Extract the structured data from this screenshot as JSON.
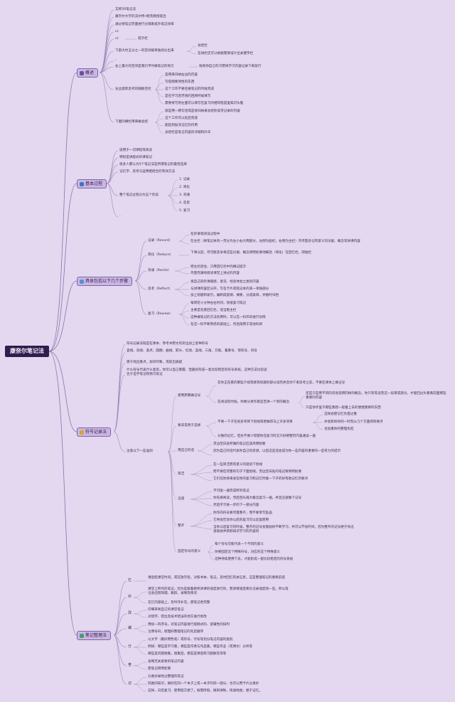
{
  "root": "康奈尔笔记法",
  "overview": {
    "title": "概述",
    "items": [
      "又称5R笔记法",
      "康奈尔大学的沃尔特•鲍克教授提出",
      "通过将笔记页面进行分隔来提升笔记效率",
      "cc",
      "cc",
      "下部大约五分之一的空间被单独划分出来",
      "右上最大的空间是我们平时做笔记的地方",
      "左边提炼思考的辅助空栏",
      "下面的横栏用来做总结"
    ],
    "cc_child": "提示栏",
    "bottom_children": [
      "总结栏",
      "在线栏还可以根据需要设计出关键字栏"
    ],
    "right_children": [
      "按照你自己的习惯将学习内容记录下来就行"
    ],
    "left_children": [
      "是用来归纳右边的内容",
      "写提纲要领性的东西",
      "这个工作不要在做笔记的时候完成",
      "是在学习后尽快的回顾时候填写",
      "需要将写到左面可以填写在复习的相同程度里知识头脑"
    ],
    "summary_children": [
      "就是用一两句话或是很归纳来总结你该页记录的内容",
      "这个工作可以延后完成",
      "能起到加深记忆的作用",
      "总结栏是笔记内容的浓缩和升华"
    ],
    "dash": "-"
  },
  "process": {
    "title": "基本过程",
    "items": [
      "适用于一切课程或阅读",
      "特别是讲座式听课笔记",
      "很多人都认为5个笔记法是所谓笔记的最佳选择",
      "记忆学、思考与运用相结合的有效方法",
      "整个笔记过程分为五个阶段"
    ],
    "steps": [
      "1. 记录",
      "2. 简化",
      "3. 背诵",
      "4. 反思",
      "5. 复习"
    ],
    "dash": "-"
  },
  "steps_detail": {
    "title": "具体包括以下几个步骤",
    "groups": [
      {
        "label": "记录（Record）",
        "children": [
          "在听讲或阅读过程中",
          "在主栏（将笔记本的一页分为左小右大两部分，左侧为副栏，右侧为主栏）内尽量多记有意义的论据、概念等讲课内容"
        ]
      },
      {
        "label": "简化（Reduce）",
        "children": [
          "下课以后，尽可能及早将这些论据、概念简明扼要地概括（简化）在回忆栏，即副栏"
        ]
      },
      {
        "label": "背诵（Recite）",
        "children": [
          "把主栏遮住，只用回忆栏中的摘记提示",
          "尽量完满地叙述课堂上讲过的内容"
        ]
      },
      {
        "label": "思考（Reflect）",
        "children": [
          "将自己的听课随感、意见、经验体会之类的内容",
          "与讲课内容区分开，写在卡片或笔记本的某一单独部分",
          "加上标题和索引，编制成提纲、摘要，分成类目，并随时归档"
        ]
      },
      {
        "label": "复习（Review）",
        "children": [
          "每周花十分钟左右时间，快速复习笔记",
          "主要是先看回忆栏，适当看主栏",
          "这种做笔记的方法初用时，可以在一科作的进行训练",
          "在这一科不断熟悉的基础上，然后再用于其他科目"
        ]
      }
    ]
  },
  "methods": {
    "title": "符号记录法",
    "intro": [
      "符号记录法就是在课本、参考书原文的旁边加上各种符号",
      "直线、双线、黑点、圆圈、曲线、箭头、红线、蓝线、三角、方框、着重号、惊叹号、问号",
      "便于找出重点，加深印象，或提出质疑",
      "什么符号代表什么意思，你可以自己掌握，但最好形成一套比较稳定的符号系统。这种方法比较适合于自学笔记和预习笔记"
    ],
    "hub": "注意以下一些准则",
    "groups": [
      {
        "label": "使用原典做记号",
        "children": [
          "在你正在看的那些介绍或者有标题的部分读完并且你下来思考之前，不要在课本上做记号",
          "在阅读的时候，你要分清作者是否讲一个新的概念"
        ],
        "sub": [
          "还是只是用不同的词语说明同样的概念。你只有等读完这一段落或部分，才能回过头看看前面那些重要的内容",
          "只是你手里于那些我想一般着上去的便捷重要的东西"
        ]
      },
      {
        "label": "要非常善于选择",
        "children": [
          "不要一下子在很多项目下划线或者做得马上许多项目",
          "分散的记忆，但也不要少得使你在复习时又只好把整页内容通读一遍"
        ],
        "sub": [
          "这样会使记忆负担过重",
          "并会影响你同一时刻从几个方面得到要点",
          "也加重你的整理负担"
        ]
      },
      {
        "label": "用自己的话",
        "children": [
          "页边空白处所做的笔记应该简明扼要",
          "因为自己的话代表你自己的思想，以后这些话会成为你一些内容的重要的一些有力的提示"
        ]
      },
      {
        "label": "简洁",
        "children": [
          "在一些简洁而有意义的短语下划线",
          "而不要在完整的句子下面划线，页边空白处的笔记要简明扼要",
          "它们在你将来会在你的复习和记忆时能一下子的好有助记忆的要点"
        ]
      },
      {
        "label": "迅速",
        "children": [
          "不可能一遍完成所的笔记",
          "你先要阅读，然后回头再大概念复习一遍，并且迅速做下记号",
          "然后学习进一步的下一部分内容"
        ]
      },
      {
        "label": "整齐",
        "children": [
          "你作的符号要尽量整齐，而不要草写乱画",
          "它将会告诉你以后的复习可以反复使用",
          "当你以后复习的时候，整齐的记号会鼓励你不断学习，并可以节省时间，因为整齐的记号便于你迅速吸收并获取知识学习的内容的"
        ]
      },
      {
        "label": "固定符号的意义",
        "children": [
          "每个符号可能代表一个不同的意义",
          "你要固定这个特殊符号，对应的这个特殊意义",
          "这种持续使用下去，才能形成一套比较稳定的符号系统"
        ]
      }
    ]
  },
  "organize": {
    "title": "笔记整理法",
    "groups": [
      {
        "label": "忆",
        "children": [
          "课后趁课堂时间，或在放学后，对照书本、笔记，及时回忆有关信息，这是整理笔记的重要前提"
        ]
      },
      {
        "label": "补",
        "children": [
          "课堂上所作的笔记，因为是跟着教师讲课的速度进行的，而讲课速度要比记录速度快一些，所以笔记会出现缺漏、跳跃、省略等情况",
          "在忆的基础上，及时作补充，使笔记更完整"
        ]
      },
      {
        "label": "改",
        "children": [
          "仔细审阅自己的课堂笔记",
          "对错字、错位及技术错误的地方进行修改"
        ]
      },
      {
        "label": "编",
        "children": [
          "用统一的序号，对笔记内容进行提纲式的、逻辑性的排列",
          "注明号码，梳理好整理笔记的先后顺序"
        ]
      },
      {
        "label": "分",
        "children": [
          "以文字（最好用色笔）或符号、代号等划分笔记内容的类别",
          "例如：哪些是学习重，哪些是作者与作品集，哪些作业（或课文）分析等",
          "哪些是问题搜集，搜集后，哪些是课后练习题解答等等"
        ]
      },
      {
        "label": "舍",
        "children": [
          "省略无关紧要的笔记内容",
          "使笔记简明扼要"
        ]
      },
      {
        "label": "记",
        "children": [
          "分类抄录经过整理的笔记",
          "同类的知识，摘抄在同一个本子上或一本子的同一部分，也可以用卡片分类抄",
          "这样，日后复习、使用就方便了，按需所取，摘目清晰，快速找搜，便于记忆。"
        ]
      }
    ]
  },
  "colors": {
    "background": "#e3d8ef",
    "root": "#2f1d4d",
    "branch": "#cbb6e3",
    "line": "#8b72ad"
  },
  "icons": [
    "overview-icon",
    "process-icon",
    "steps-icon",
    "symbol-icon",
    "organize-icon"
  ]
}
